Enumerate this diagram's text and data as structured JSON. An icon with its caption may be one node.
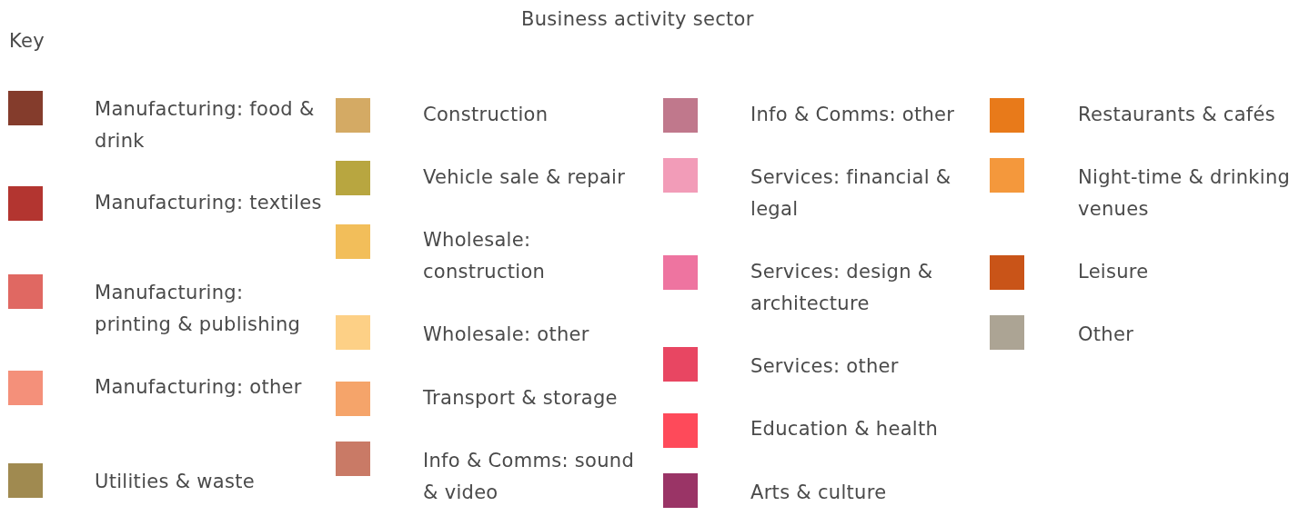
{
  "diagram": {
    "title": "Business activity sector",
    "labels": [
      "Key"
    ],
    "legend": [
      {
        "text": "Manufacturing: food & drink",
        "color": "#843c2c"
      },
      {
        "text": "Manufacturing: textiles",
        "color": "#b33530"
      },
      {
        "text": "Manufacturing: printing & publishing",
        "color": "#e06862"
      },
      {
        "text": "Manufacturing: other",
        "color": "#f4907a"
      },
      {
        "text": "Utilities & waste",
        "color": "#a08a50"
      },
      {
        "text": "Construction",
        "color": "#d4aa64"
      },
      {
        "text": "Vehicle sale & repair",
        "color": "#b8a640"
      },
      {
        "text": "Wholesale: construction",
        "color": "#f2be5a"
      },
      {
        "text": "Wholesale: other",
        "color": "#fdd086"
      },
      {
        "text": "Transport & storage",
        "color": "#f5a46a"
      },
      {
        "text": "Info & Comms: sound & video",
        "color": "#c97a66"
      },
      {
        "text": "Info & Comms: other",
        "color": "#c0788c"
      },
      {
        "text": "Services: financial & legal",
        "color": "#f29cb8"
      },
      {
        "text": "Services: design & architecture",
        "color": "#ee74a0"
      },
      {
        "text": "Services: other",
        "color": "#e84662"
      },
      {
        "text": "Education & health",
        "color": "#fe4a5a"
      },
      {
        "text": "Arts & culture",
        "color": "#9a3466"
      },
      {
        "text": "Restaurants & cafés",
        "color": "#e87a1a"
      },
      {
        "text": "Night-time & drinking venues",
        "color": "#f4983c"
      },
      {
        "text": "Leisure",
        "color": "#c95418"
      },
      {
        "text": "Other",
        "color": "#aca494"
      }
    ]
  }
}
